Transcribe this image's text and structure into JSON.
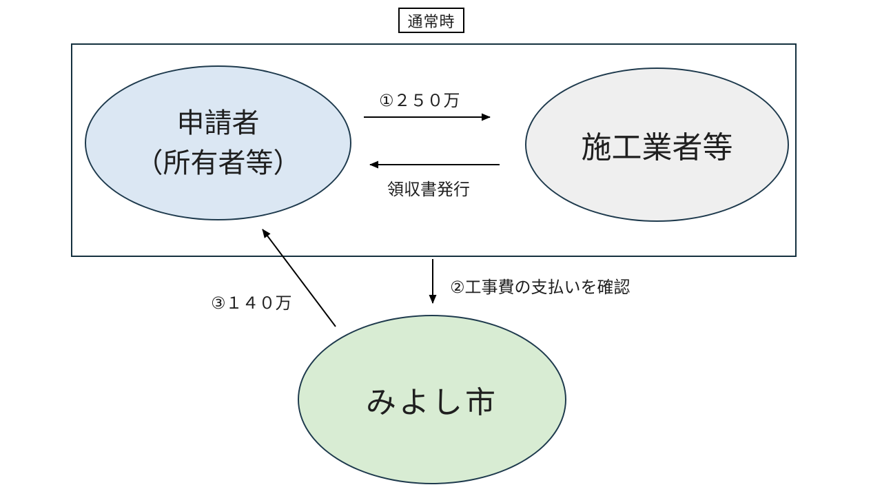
{
  "diagram": {
    "title": "通常時",
    "nodes": {
      "applicant": {
        "line1": "申請者",
        "line2": "（所有者等）",
        "fill": "#dbe7f3"
      },
      "contractor": {
        "label": "施工業者等",
        "fill": "#efefef"
      },
      "city": {
        "label": "みよし市",
        "fill": "#d8ecd3"
      }
    },
    "arrows": {
      "payment": {
        "label": "①２５０万",
        "from": "applicant",
        "to": "contractor",
        "direction": "right"
      },
      "receipt": {
        "label": "領収書発行",
        "from": "contractor",
        "to": "applicant",
        "direction": "left"
      },
      "confirm": {
        "label": "②工事費の支払いを確認",
        "from": "flow-box",
        "to": "city",
        "direction": "down"
      },
      "subsidy": {
        "label": "③１４０万",
        "from": "city",
        "to": "applicant",
        "direction": "up-left"
      }
    },
    "colors": {
      "box_border": "#14303e",
      "ellipse_border": "#1e3a4d",
      "arrow": "#000000",
      "title_border": "#000000",
      "background": "#ffffff"
    }
  }
}
